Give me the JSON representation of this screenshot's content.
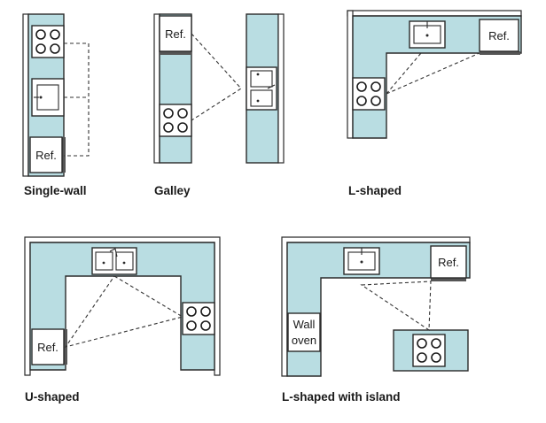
{
  "layouts": {
    "single_wall": {
      "label": "Single-wall",
      "fridge": "Ref."
    },
    "galley": {
      "label": "Galley",
      "fridge": "Ref."
    },
    "l_shaped": {
      "label": "L-shaped",
      "fridge": "Ref."
    },
    "u_shaped": {
      "label": "U-shaped",
      "fridge": "Ref."
    },
    "l_island": {
      "label": "L-shaped with island",
      "fridge": "Ref.",
      "wall_oven_line1": "Wall",
      "wall_oven_line2": "oven"
    }
  },
  "colors": {
    "counter": "#b9dde2",
    "outline": "#2a2a2a"
  },
  "icons": [
    "cooktop-icon",
    "sink-icon",
    "refrigerator-icon",
    "wall-oven-icon",
    "work-triangle"
  ]
}
